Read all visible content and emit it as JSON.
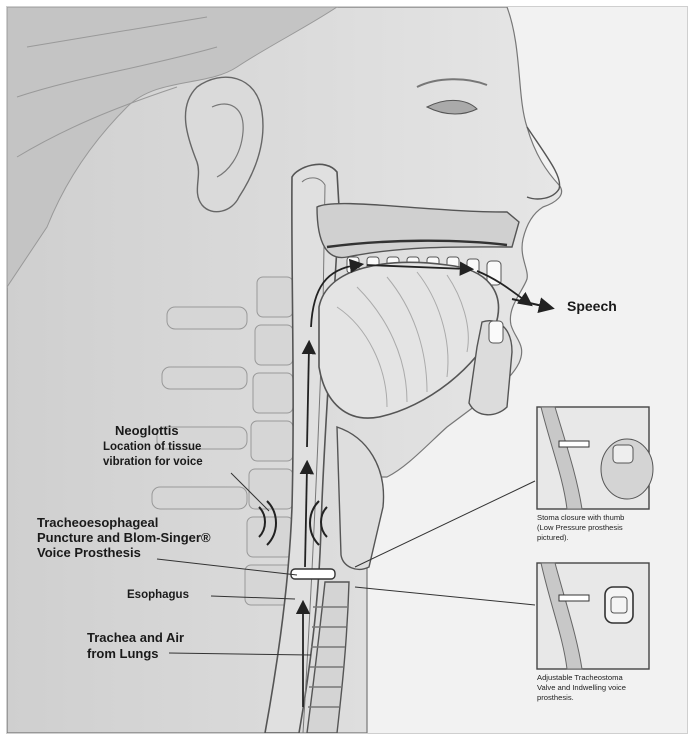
{
  "labels": {
    "speech": "Speech",
    "neoglottis_title": "Neoglottis",
    "neoglottis_desc_1": "Location of tissue",
    "neoglottis_desc_2": "vibration for voice",
    "te_puncture_1": "Tracheoesophageal",
    "te_puncture_2": "Puncture and Blom-Singer®",
    "te_puncture_3": "Voice Prosthesis",
    "esophagus": "Esophagus",
    "trachea_1": "Trachea and Air",
    "trachea_2": "from Lungs"
  },
  "insets": [
    {
      "caption_1": "Stoma closure with thumb",
      "caption_2": "(Low Pressure prosthesis",
      "caption_3": "pictured)."
    },
    {
      "caption_1": "Adjustable Tracheostoma",
      "caption_2": "Valve and Indwelling voice",
      "caption_3": "prosthesis."
    }
  ],
  "colors": {
    "background": "#f2f2f2",
    "ink": "#1a1a1a",
    "shade": "#bdbdbd",
    "airway": "#555555"
  }
}
